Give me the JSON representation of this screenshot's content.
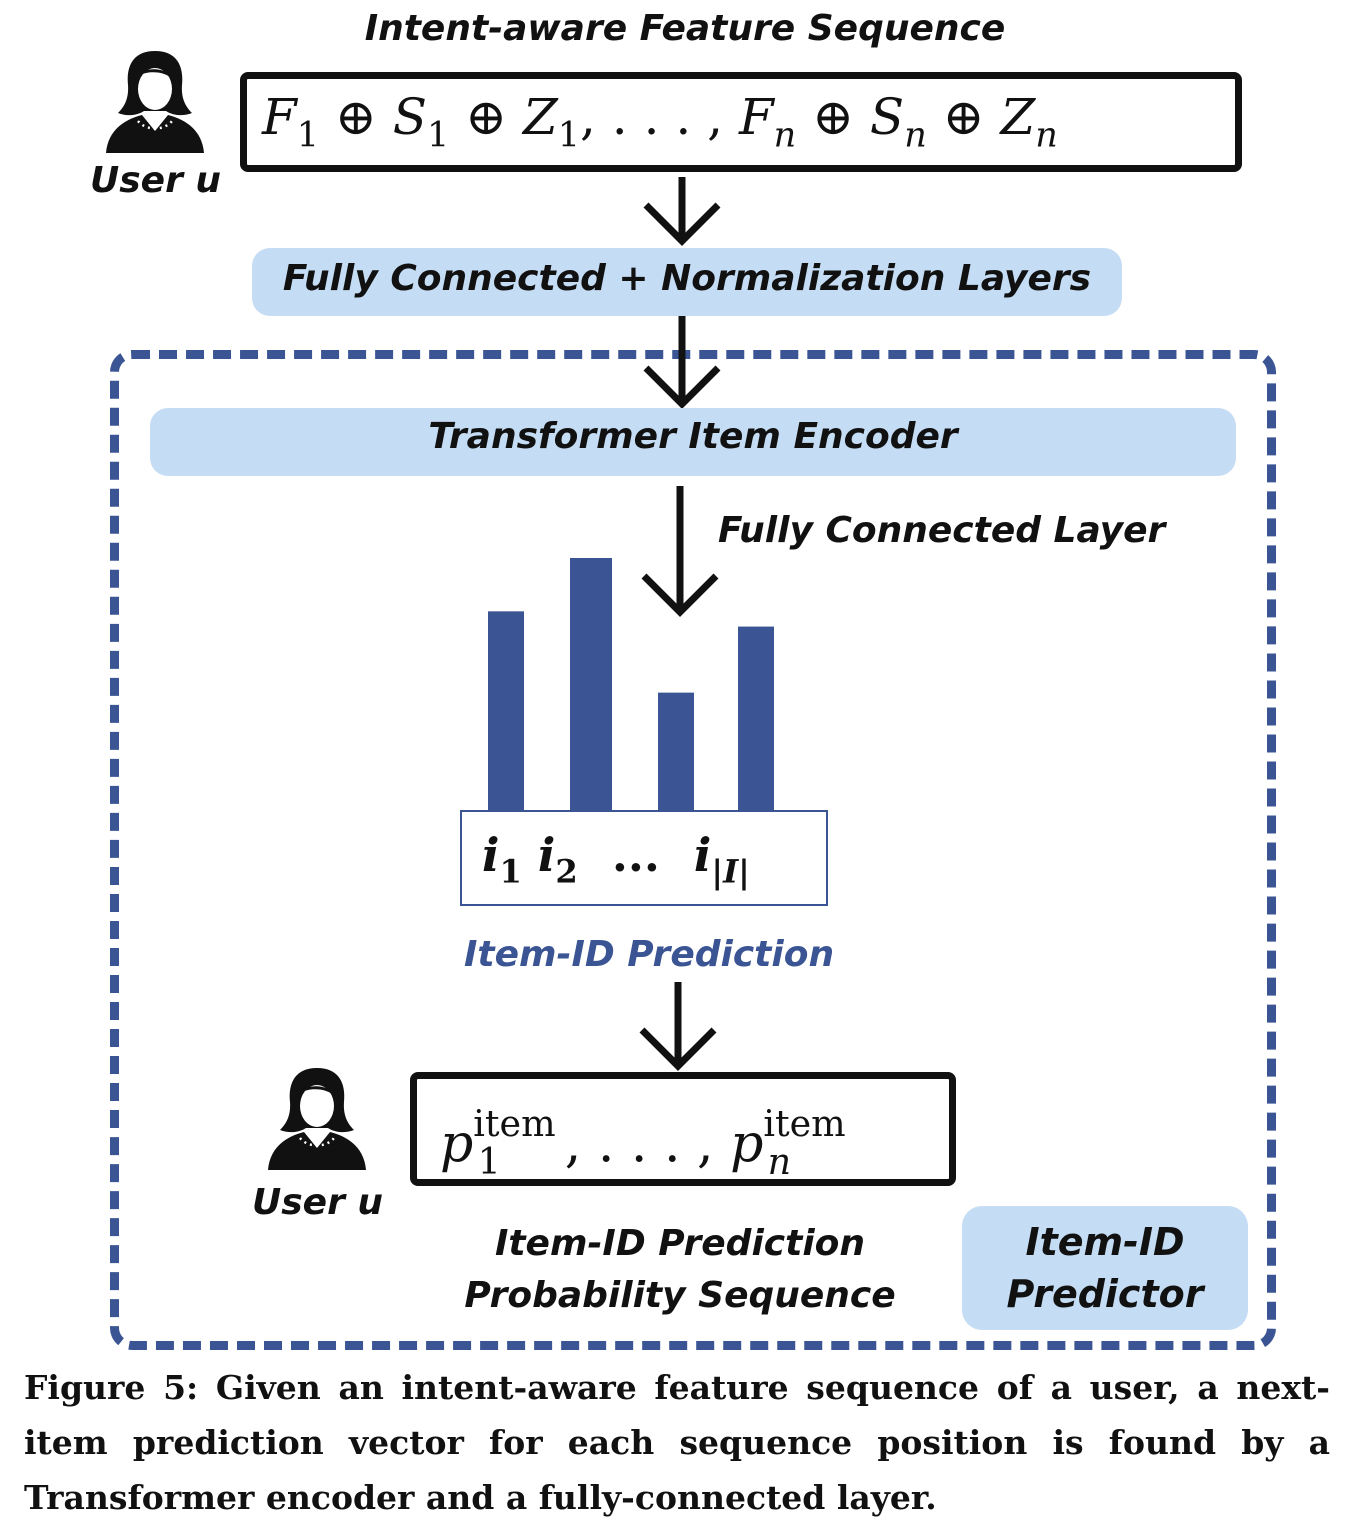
{
  "title": "Intent-aware Feature Sequence",
  "user_label": "User u",
  "input_sequence": {
    "F1": "F",
    "sub1": "1",
    "op": "⊕",
    "S1": "S",
    "Z1": "Z",
    "ellipsis": ", . . . ,",
    "subn": "n"
  },
  "layers": {
    "fc_norm": "Fully Connected + Normalization Layers",
    "transformer": "Transformer Item Encoder",
    "fc_layer": "Fully Connected Layer"
  },
  "prediction": {
    "label": "Item-ID Prediction",
    "items": [
      "i",
      "i",
      "...",
      "i"
    ],
    "item_subs": [
      "1",
      "2",
      "",
      "|I|"
    ],
    "color": "#3b5594"
  },
  "chart_data": {
    "type": "bar",
    "categories": [
      "i_1",
      "i_2",
      "...",
      "i_|I|"
    ],
    "values": [
      0.79,
      1.0,
      0.47,
      0.73
    ],
    "ylim": [
      0,
      1
    ],
    "color": "#3b5594"
  },
  "output_sequence": {
    "p": "p",
    "sup": "item",
    "sub1": "1",
    "subn": "n",
    "ellipsis": ", . . . ,"
  },
  "output_label_line1": "Item-ID Prediction",
  "output_label_line2": "Probability Sequence",
  "module_label_line1": "Item-ID",
  "module_label_line2": "Predictor",
  "caption": "Figure 5: Given an intent-aware feature sequence of a user, a next-item prediction vector for each sequence position is found by a Transformer encoder and a fully-connected layer.",
  "colors": {
    "pill": "#c5ddf4",
    "dashed_border": "#3b5594",
    "bar": "#3b5594"
  },
  "icons": [
    "user-icon",
    "down-arrow-icon"
  ]
}
